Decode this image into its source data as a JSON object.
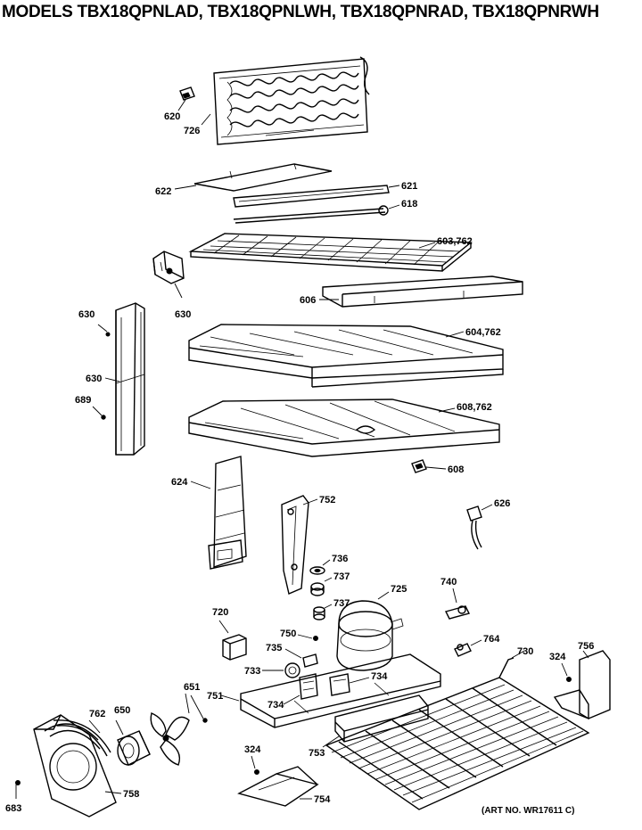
{
  "title": "MODELS TBX18QPNLAD, TBX18QPNLWH, TBX18QPNRAD, TBX18QPNRWH",
  "art_number": "(ART NO. WR17611 C)",
  "labels": {
    "p620": "620",
    "p726": "726",
    "p622": "622",
    "p621": "621",
    "p618": "618",
    "p603_762": "603,762",
    "p630a": "630",
    "p630b": "630",
    "p630c": "630",
    "p606": "606",
    "p604_762": "604,762",
    "p689": "689",
    "p608_762": "608,762",
    "p608": "608",
    "p624": "624",
    "p752": "752",
    "p626": "626",
    "p736": "736",
    "p737a": "737",
    "p737b": "737",
    "p725": "725",
    "p740": "740",
    "p720": "720",
    "p750": "750",
    "p735": "735",
    "p764": "764",
    "p730": "730",
    "p324a": "324",
    "p756": "756",
    "p733": "733",
    "p734a": "734",
    "p751": "751",
    "p734b": "734",
    "p651": "651",
    "p762": "762",
    "p650": "650",
    "p753": "753",
    "p324b": "324",
    "p754": "754",
    "p758": "758",
    "p683": "683"
  }
}
